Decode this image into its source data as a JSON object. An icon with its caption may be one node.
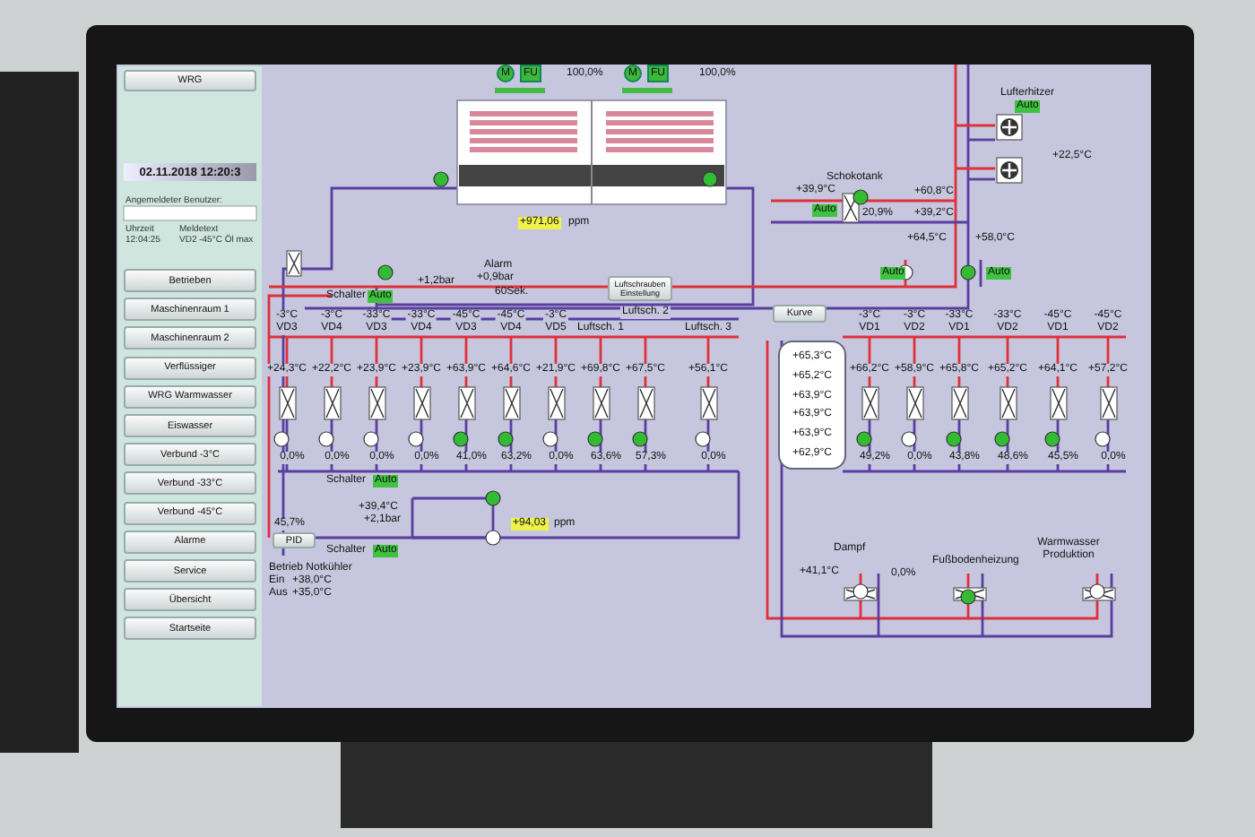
{
  "diagram": {
    "nodes": [
      {
        "text": [
          "WRG"
        ]
      },
      {
        "text": [
          "02.11.2018 12:20:3"
        ]
      },
      {
        "text": [
          "Betrieben"
        ]
      },
      {
        "text": [
          "Maschinenraum 1"
        ]
      },
      {
        "text": [
          "Maschinenraum 2"
        ]
      },
      {
        "text": [
          "Verflüssiger"
        ]
      },
      {
        "text": [
          "WRG Warmwasser"
        ]
      },
      {
        "text": [
          "Eiswasser"
        ]
      },
      {
        "text": [
          "Verbund -3°C"
        ]
      },
      {
        "text": [
          "Verbund -33°C"
        ]
      },
      {
        "text": [
          "Verbund -45°C"
        ]
      },
      {
        "text": [
          "Alarme"
        ]
      },
      {
        "text": [
          "Service"
        ]
      },
      {
        "text": [
          "Übersicht"
        ]
      },
      {
        "text": [
          "Startseite"
        ]
      },
      {
        "text": [
          "M"
        ]
      },
      {
        "text": [
          "FU"
        ]
      },
      {
        "text": [
          "M"
        ]
      },
      {
        "text": [
          "FU"
        ]
      },
      {
        "text": [
          "Luftschrauben Einstellung"
        ]
      },
      {
        "text": [
          "Kurve"
        ]
      },
      {
        "text": [
          "+65,3°C",
          "+65,2°C",
          "+63,9°C",
          "+63,9°C",
          "+63,9°C",
          "+62,9°C"
        ]
      },
      {
        "text": [
          "PID"
        ]
      }
    ],
    "labels": [
      "Angemeldeter Benutzer:",
      "Uhrzeit",
      "Meldetext",
      "12:04:25",
      "VD2 -45°C Öl max",
      "100,0%",
      "100,0%",
      "+971,06",
      "ppm",
      "Alarm",
      "+1,2bar",
      "+0,9bar",
      "60Sek.",
      "Schalter",
      "Auto",
      "Lufterhitzer",
      "Auto",
      "+22,5°C",
      "Schokotank",
      "+39,9°C",
      "Auto",
      "20,9%",
      "+60,8°C",
      "+39,2°C",
      "+64,5°C",
      "+58,0°C",
      "Auto",
      "Auto",
      "-3°C",
      "VD3",
      "-3°C",
      "VD4",
      "-33°C",
      "VD3",
      "-33°C",
      "VD4",
      "-45°C",
      "VD3",
      "-45°C",
      "VD4",
      "-3°C",
      "VD5",
      "Luftsch. 1",
      "Luftsch. 2",
      "Luftsch. 3",
      "-3°C",
      "VD1",
      "-3°C",
      "VD2",
      "-33°C",
      "VD1",
      "-33°C",
      "VD2",
      "-45°C",
      "VD1",
      "-45°C",
      "VD2",
      "+24,3°C",
      "+22,2°C",
      "+23,9°C",
      "+23,9°C",
      "+63,9°C",
      "+64,6°C",
      "+21,9°C",
      "+69,8°C",
      "+67,5°C",
      "+56,1°C",
      "+66,2°C",
      "+58,9°C",
      "+65,8°C",
      "+65,2°C",
      "+64,1°C",
      "+57,2°C",
      "0,0%",
      "0,0%",
      "0,0%",
      "0,0%",
      "41,0%",
      "63,2%",
      "0,0%",
      "63,6%",
      "57,3%",
      "0,0%",
      "49,2%",
      "0,0%",
      "43,8%",
      "48,6%",
      "45,5%",
      "0,0%",
      "Schalter",
      "Auto",
      "+39,4°C",
      "+2,1bar",
      "+94,03",
      "ppm",
      "Schalter",
      "Auto",
      "45,7%",
      "Betrieb Notkühler",
      "Ein",
      "+38,0°C",
      "Aus",
      "+35,0°C",
      "Dampf",
      "+41,1°C",
      "0,0%",
      "Fußbodenheizung",
      "Warmwasser Produktion"
    ]
  }
}
